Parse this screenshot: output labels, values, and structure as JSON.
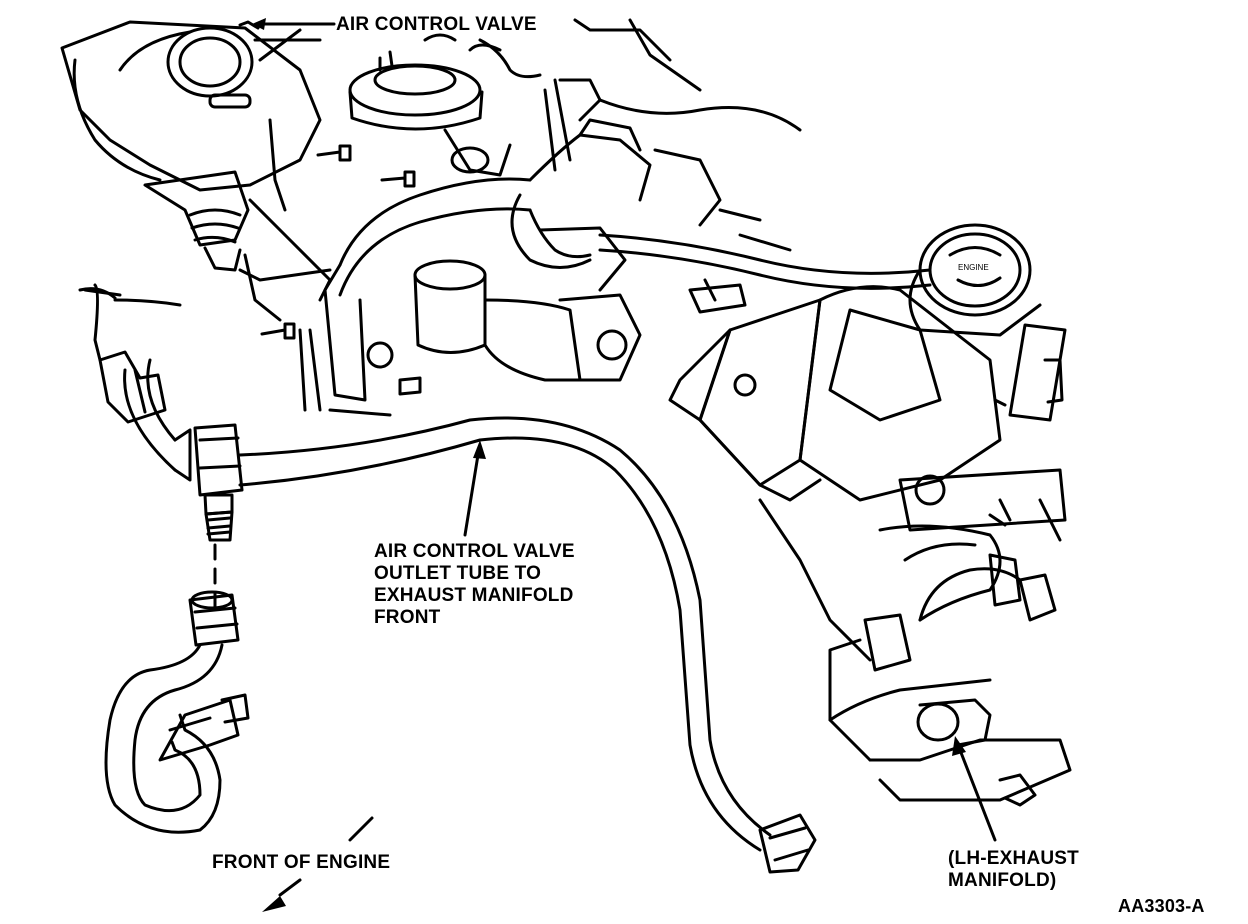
{
  "labels": {
    "air_control_valve": "AIR CONTROL VALVE",
    "outlet_tube": [
      "AIR CONTROL VALVE",
      "OUTLET TUBE TO",
      "EXHAUST MANIFOLD",
      "FRONT"
    ],
    "front_of_engine": "FRONT OF ENGINE",
    "lh_exhaust": [
      "(LH-EXHAUST",
      "MANIFOLD)"
    ],
    "figure_id": "AA3303-A"
  },
  "colors": {
    "ink": "#000000",
    "paper": "#ffffff"
  }
}
